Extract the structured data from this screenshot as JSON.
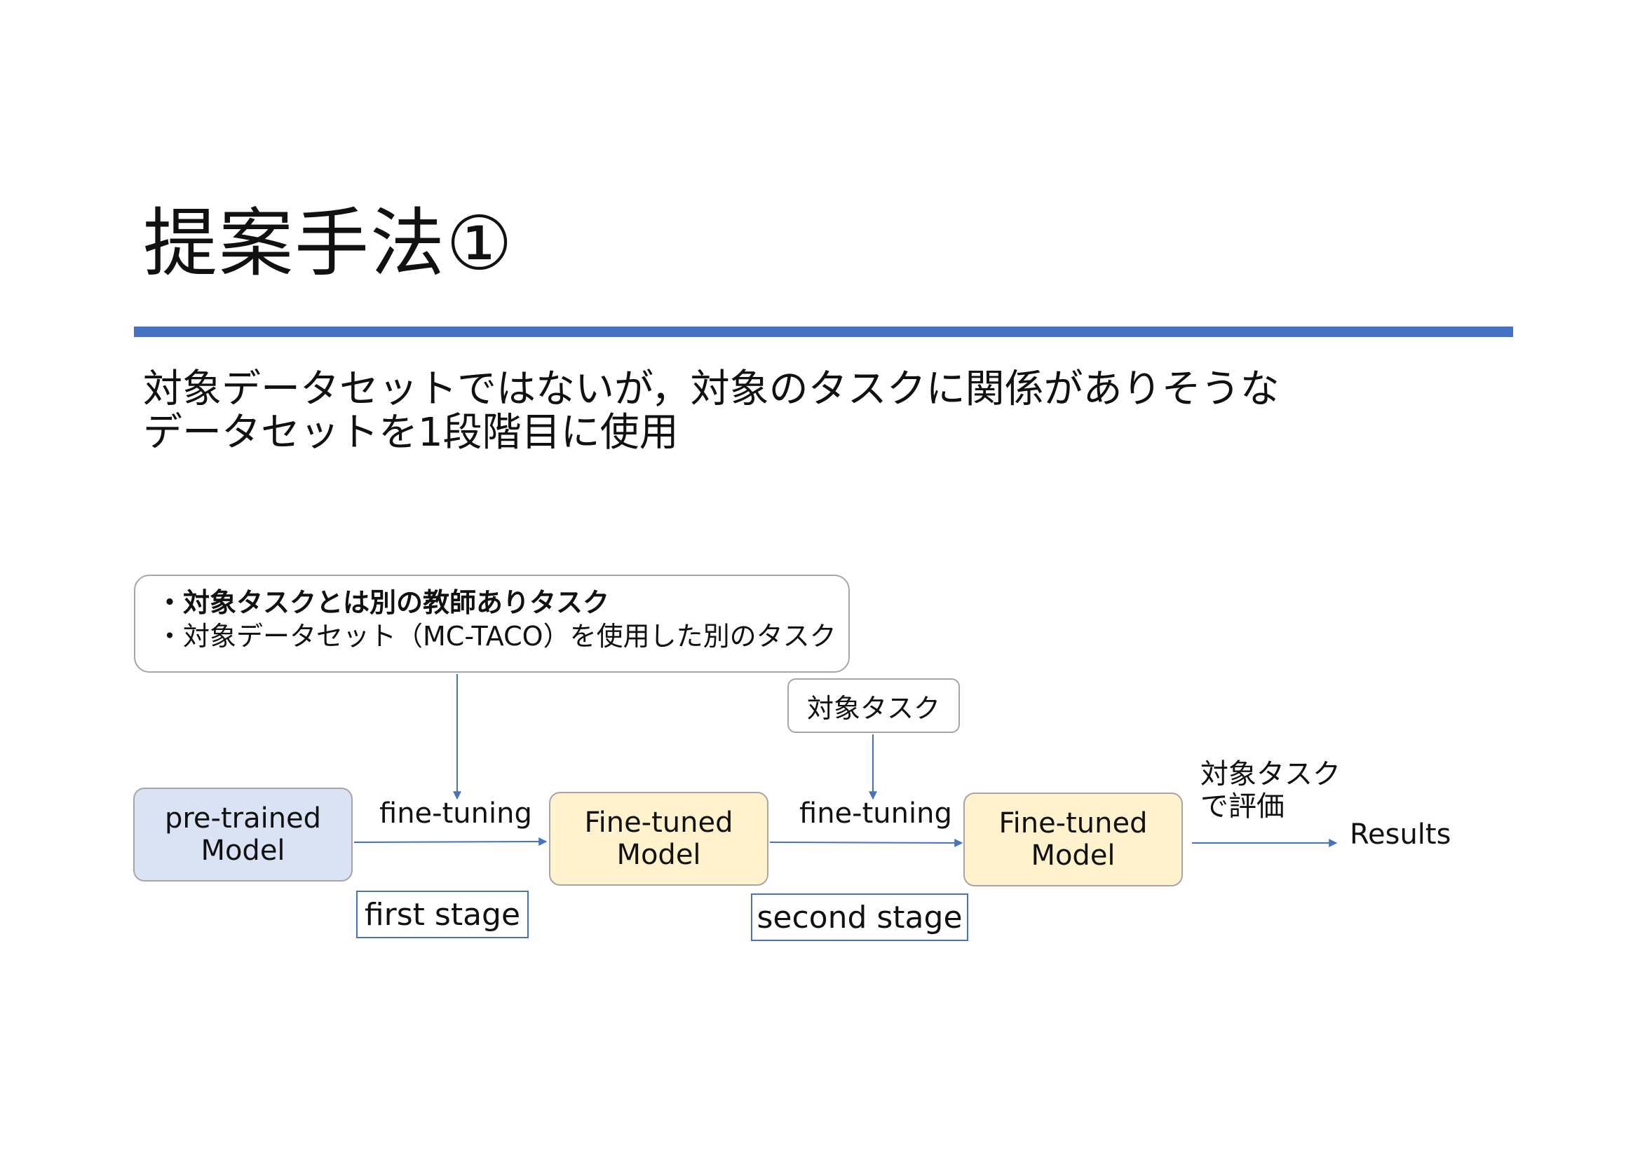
{
  "title": "提案手法①",
  "subtitle": {
    "line1": "対象データセットではないが，対象のタスクに関係がありそうな",
    "line2": "データセットを1段階目に使用"
  },
  "note_box": {
    "line1": "・対象タスクとは別の教師ありタスク",
    "line2": "・対象データセット（MC-TACO）を使用した別のタスク"
  },
  "target_task_box": "対象タスク",
  "models": {
    "pretrained": {
      "line1": "pre-trained",
      "line2": "Model"
    },
    "finetuned_1": {
      "line1": "Fine-tuned",
      "line2": "Model"
    },
    "finetuned_2": {
      "line1": "Fine-tuned",
      "line2": "Model"
    }
  },
  "edges": {
    "finetuning_1": "fine-tuning",
    "finetuning_2": "fine-tuning",
    "evaluate_line1": "対象タスク",
    "evaluate_line2": "で評価"
  },
  "results": "Results",
  "stages": {
    "first": "first stage",
    "second": "second stage"
  },
  "colors": {
    "accent": "#4472C4",
    "pretrained_fill": "#DAE3F3",
    "finetuned_fill": "#FFF2CC",
    "box_border": "#A6A6A6"
  }
}
